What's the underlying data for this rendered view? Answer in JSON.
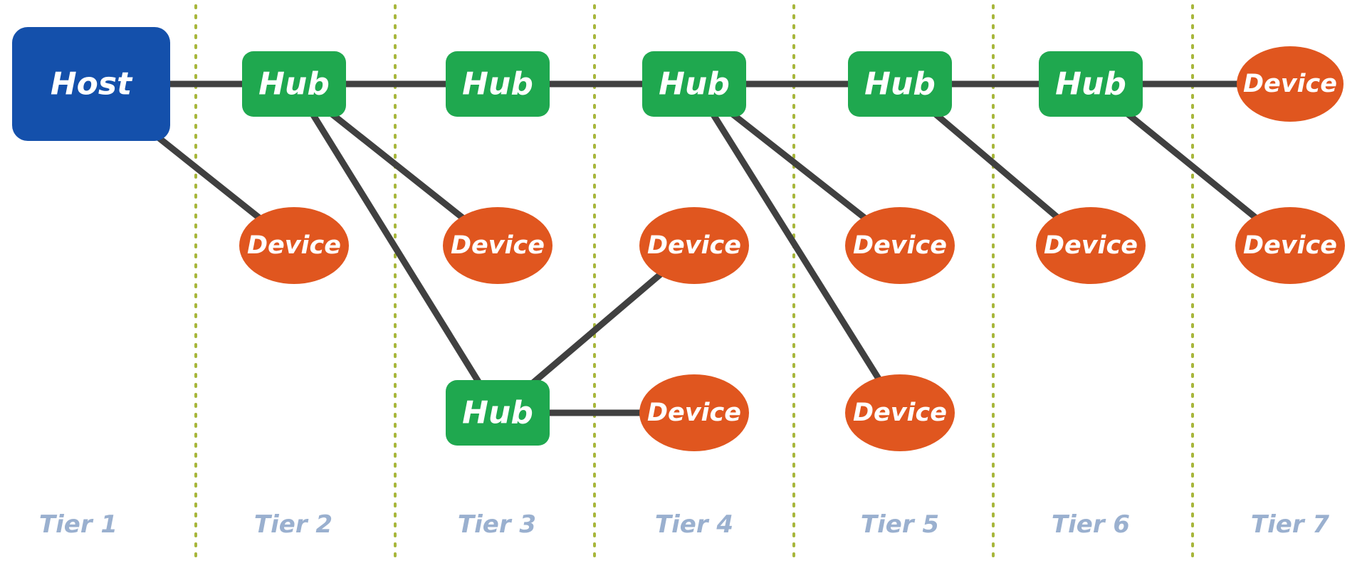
{
  "colors": {
    "host": "#1450AB",
    "hub": "#1FA84F",
    "device": "#E0561F",
    "edge": "#404040",
    "divider": "#A7B63B",
    "tier_text": "#9AB0CF",
    "node_text": "#FFFFFF"
  },
  "tiers": [
    "Tier 1",
    "Tier 2",
    "Tier 3",
    "Tier 4",
    "Tier 5",
    "Tier 6",
    "Tier 7"
  ],
  "nodes": [
    {
      "id": "host",
      "type": "host",
      "label": "Host",
      "tier": 1
    },
    {
      "id": "hub-t2",
      "type": "hub",
      "label": "Hub",
      "tier": 2
    },
    {
      "id": "device-t2",
      "type": "device",
      "label": "Device",
      "tier": 2
    },
    {
      "id": "hub-t3-top",
      "type": "hub",
      "label": "Hub",
      "tier": 3
    },
    {
      "id": "device-t3",
      "type": "device",
      "label": "Device",
      "tier": 3
    },
    {
      "id": "hub-t3-bottom",
      "type": "hub",
      "label": "Hub",
      "tier": 3
    },
    {
      "id": "hub-t4",
      "type": "hub",
      "label": "Hub",
      "tier": 4
    },
    {
      "id": "device-t4-mid",
      "type": "device",
      "label": "Device",
      "tier": 4
    },
    {
      "id": "device-t4-bottom",
      "type": "device",
      "label": "Device",
      "tier": 4
    },
    {
      "id": "hub-t5",
      "type": "hub",
      "label": "Hub",
      "tier": 5
    },
    {
      "id": "device-t5-mid",
      "type": "device",
      "label": "Device",
      "tier": 5
    },
    {
      "id": "device-t5-bottom",
      "type": "device",
      "label": "Device",
      "tier": 5
    },
    {
      "id": "hub-t6",
      "type": "hub",
      "label": "Hub",
      "tier": 6
    },
    {
      "id": "device-t6",
      "type": "device",
      "label": "Device",
      "tier": 6
    },
    {
      "id": "device-t7-top",
      "type": "device",
      "label": "Device",
      "tier": 7
    },
    {
      "id": "device-t7-mid",
      "type": "device",
      "label": "Device",
      "tier": 7
    }
  ],
  "edges": [
    [
      "host",
      "hub-t2"
    ],
    [
      "host",
      "device-t2"
    ],
    [
      "hub-t2",
      "hub-t3-top"
    ],
    [
      "hub-t2",
      "device-t3"
    ],
    [
      "hub-t2",
      "hub-t3-bottom"
    ],
    [
      "hub-t3-top",
      "hub-t4"
    ],
    [
      "hub-t3-bottom",
      "device-t4-mid"
    ],
    [
      "hub-t3-bottom",
      "device-t4-bottom"
    ],
    [
      "hub-t4",
      "hub-t5"
    ],
    [
      "hub-t4",
      "device-t5-mid"
    ],
    [
      "hub-t4",
      "device-t5-bottom"
    ],
    [
      "hub-t5",
      "hub-t6"
    ],
    [
      "hub-t5",
      "device-t6"
    ],
    [
      "hub-t6",
      "device-t7-top"
    ],
    [
      "hub-t6",
      "device-t7-mid"
    ]
  ]
}
